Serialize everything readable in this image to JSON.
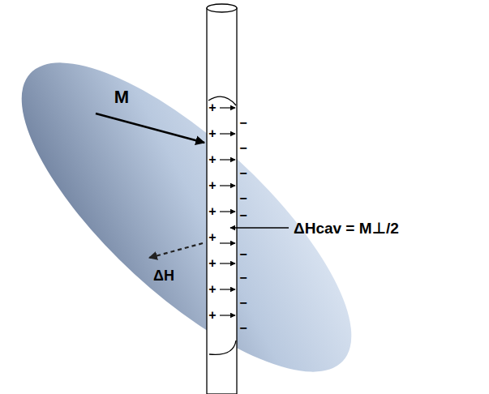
{
  "diagram": {
    "labels": [
      "M",
      "ΔH",
      "ΔHcav = M⊥/2",
      "+",
      "+",
      "+",
      "+",
      "+",
      "+",
      "+",
      "+",
      "+",
      "−",
      "−",
      "−",
      "−",
      "−",
      "−",
      "−",
      "−",
      "−"
    ]
  }
}
